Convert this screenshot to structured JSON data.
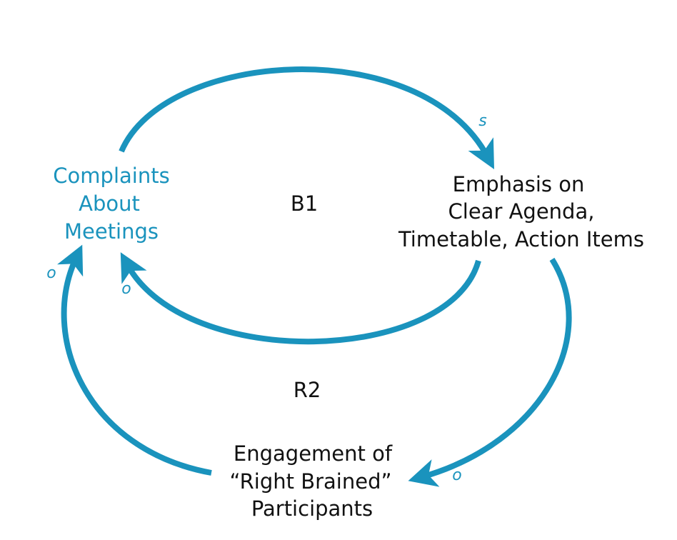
{
  "colors": {
    "arrow": "#1a93bd",
    "highlight_text": "#1a93bd",
    "text": "#111111",
    "background": "#ffffff"
  },
  "nodes": {
    "complaints": [
      "Complaints",
      "About",
      "Meetings"
    ],
    "emphasis": [
      "Emphasis on",
      "Clear Agenda,",
      "Timetable, Action Items"
    ],
    "engagement": [
      "Engagement of",
      "“Right Brained”",
      "Participants"
    ]
  },
  "loops": {
    "b1": "B1",
    "r2": "R2"
  },
  "polarities": {
    "complaints_to_emphasis": "s",
    "emphasis_to_complaints": "o",
    "emphasis_to_engagement": "o",
    "engagement_to_complaints": "o"
  }
}
